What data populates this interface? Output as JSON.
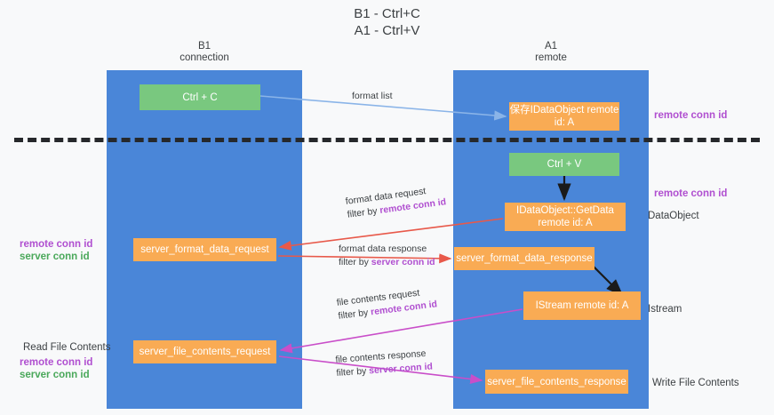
{
  "title": "B1 - Ctrl+C\nA1 - Ctrl+V",
  "lanes": [
    {
      "id": "b1",
      "label": "B1\nconnection"
    },
    {
      "id": "a1",
      "label": "A1\nremote"
    }
  ],
  "boxes": {
    "ctrl_c": "Ctrl + C",
    "save_idataobject": "保存IDataObject\nremote id: A",
    "ctrl_v": "Ctrl + V",
    "idataobject_getdata": "IDataObject::GetData\nremote id: A",
    "server_format_data_request": "server_format_data_request",
    "server_format_data_response": "server_format_data_response",
    "istream": "IStream\nremote id: A",
    "server_file_contents_request": "server_file_contents_request",
    "server_file_contents_response": "server_file_contents_response"
  },
  "right_labels": {
    "remote_conn_id_top": "remote conn id",
    "remote_conn_id_mid": "remote conn id",
    "dataobject": "DataObject",
    "istream": "Istream",
    "write_file_contents": "Write File Contents"
  },
  "left_labels": {
    "remote_conn_id_mid": "remote conn id",
    "server_conn_id_mid": "server conn id",
    "read_file_contents": "Read File Contents",
    "remote_conn_id_bot": "remote conn id",
    "server_conn_id_bot": "server conn id"
  },
  "flows": {
    "format_list": "format list",
    "format_data_request": "format data request",
    "format_data_request_filter_prefix": "filter by ",
    "format_data_request_filter_key": "remote conn id",
    "format_data_response": "format data response",
    "format_data_response_filter_prefix": "filter by ",
    "format_data_response_filter_key": "server conn id",
    "file_contents_request": "file contents request",
    "file_contents_request_filter_prefix": "filter by ",
    "file_contents_request_filter_key": "remote conn id",
    "file_contents_response": "file contents response",
    "file_contents_response_filter_prefix": "filter by ",
    "file_contents_response_filter_key": "server conn id"
  },
  "colors": {
    "lane": "#4a86d8",
    "box_orange": "#f9ab54",
    "box_green": "#79c87f",
    "arrow_blue": "#8ab4e8",
    "arrow_red": "#e8594a",
    "arrow_magenta": "#c94ec9",
    "arrow_black": "#1a1a1a",
    "text_purple": "#b04fd0",
    "text_green": "#4aa85a",
    "background": "#f8f9fa"
  }
}
